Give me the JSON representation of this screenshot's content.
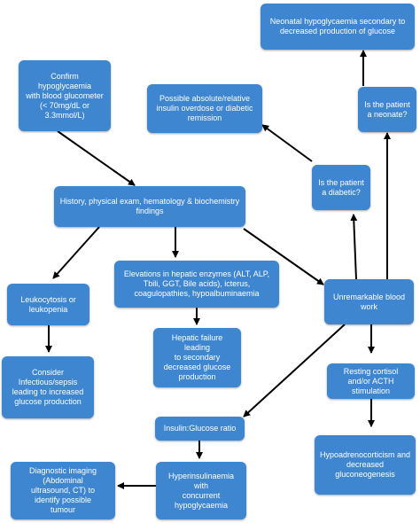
{
  "colors": {
    "node_fill": "#3e86d0",
    "node_text": "#ffffff",
    "arrow": "#000000"
  },
  "nodes": {
    "neonatal_hypo": "Neonatal hypoglycaemia secondary to\ndecreased production of glucose",
    "confirm_hypo": "Confirm hypoglycaemia\nwith blood glucometer\n(< 70mg/dL or\n3.3mmol/L)",
    "insulin_overdose": "Possible absolute/relative\ninsulin overdose or diabetic\nremission",
    "is_neonate": "Is the patient\na neonate?",
    "is_diabetic": "Is the patient\na diabetic?",
    "history": "History, physical exam, hematology & biochemistry\nfindings",
    "hepatic_enzymes": "Elevations in hepatic enzymes (ALT, ALP,\nTbili, GGT, Bile acids), icterus,\ncoagulopathies, hypoalbuminaemia",
    "leukocytosis": "Leukocytosis or\nleukopenia",
    "unremarkable": "Unremarkable blood\nwork",
    "hepatic_failure": "Hepatic failure leading\nto secondary\ndecreased glucose\nproduction",
    "infectious": "Consider Infectious/sepsis\nleading to increased\nglucose production",
    "resting_cortisol": "Resting cortisol\nand/or ACTH\nstimulation",
    "insulin_glucose": "Insulin:Glucose ratio",
    "hypoadrenocorticism": "Hypoadrenocorticism and\ndecreased\ngluconeogenesis",
    "diagnostic_imaging": "Diagnostic imaging\n(Abdominal\nultrasound, CT) to\nidentify possible\ntumour",
    "hyperinsulinaemia": "Hyperinsulinaemia with\nconcurrent\nhypoglycaemia"
  }
}
